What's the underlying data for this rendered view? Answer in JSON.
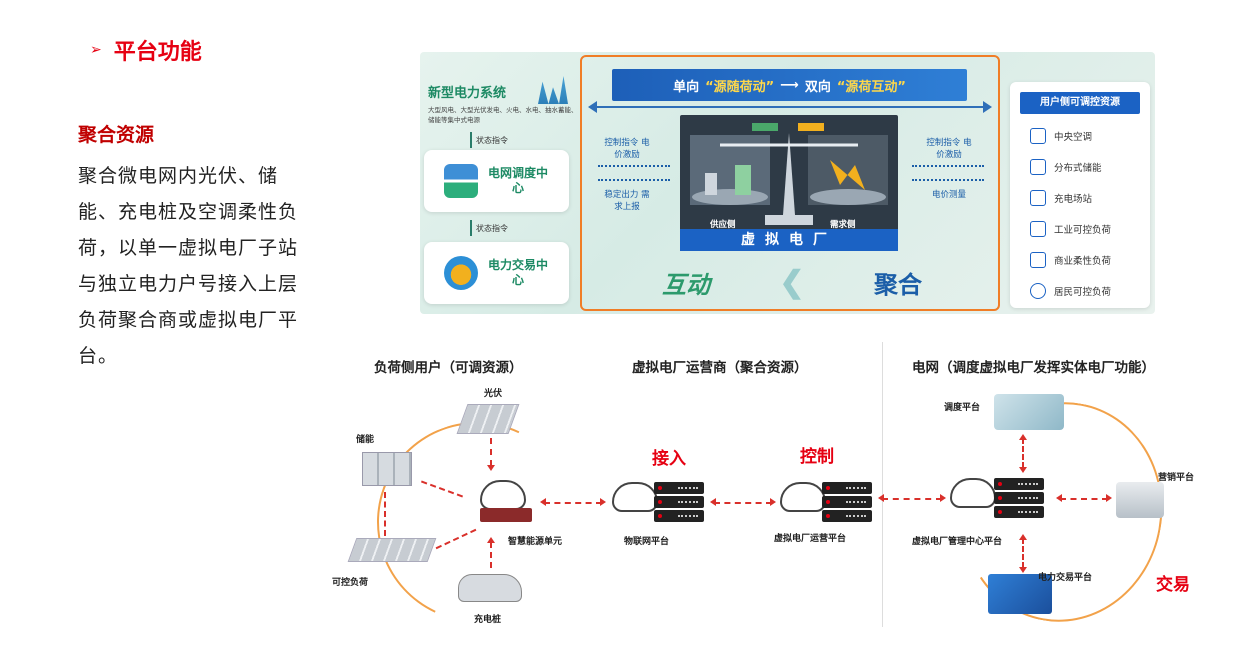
{
  "page": {
    "heading": "平台功能",
    "heading_bullet": "➢",
    "subheading": "聚合资源",
    "description": "聚合微电网内光伏、储能、充电桩及空调柔性负荷，以单一虚拟电厂子站与独立电力户号接入上层负荷聚合商或虚拟电厂平台。"
  },
  "top_diagram": {
    "new_power_system": {
      "title": "新型电力系统",
      "detail": "大型风电、大型光伏发电、火电、水电、抽水蓄能、储能等集中式电源"
    },
    "status_cmd_1": "状态指令",
    "status_cmd_2": "状态指令",
    "grid_dispatch": "电网调度中心",
    "power_trading": "电力交易中心",
    "banner": {
      "part1": "单向",
      "part1_hl": "“源随荷动”",
      "part2": "双向",
      "part2_hl": "“源荷互动”"
    },
    "left_notes": {
      "top": "控制指令 电价激励",
      "bottom": "稳定出力 需求上报"
    },
    "right_notes": {
      "top": "控制指令 电价激励",
      "bottom": "电价测量"
    },
    "scale_labels": {
      "supply": "供应侧",
      "demand": "需求侧"
    },
    "vpp_label": "虚拟电厂",
    "word_interact": "互动",
    "word_aggregate": "聚合",
    "resources": {
      "title": "用户侧可调控资源",
      "items": [
        {
          "label": "中央空调",
          "icon": "ac-icon"
        },
        {
          "label": "分布式储能",
          "icon": "storage-icon"
        },
        {
          "label": "充电场站",
          "icon": "charging-icon"
        },
        {
          "label": "工业可控负荷",
          "icon": "factory-icon"
        },
        {
          "label": "商业柔性负荷",
          "icon": "building-icon"
        },
        {
          "label": "居民可控负荷",
          "icon": "people-icon"
        }
      ]
    }
  },
  "bottom_diagram": {
    "sections": {
      "user": "负荷侧用户（可调资源）",
      "operator": "虚拟电厂运营商（聚合资源）",
      "grid": "电网（调度虚拟电厂发挥实体电厂功能）"
    },
    "labels": {
      "pv": "光伏",
      "storage": "储能",
      "controllable_load": "可控负荷",
      "charging_pile": "充电桩",
      "smart_energy_unit": "智慧能源单元",
      "iot_platform": "物联网平台",
      "vpp_operation_platform": "虚拟电厂运营平台",
      "vpp_mgmt_center": "虚拟电厂管理中心平台",
      "dispatch_platform": "调度平台",
      "marketing_platform": "营销平台",
      "trading_platform": "电力交易平台"
    },
    "red_words": {
      "access": "接入",
      "control": "控制",
      "trade": "交易"
    }
  },
  "colors": {
    "accent_red": "#e60012",
    "green": "#1d8a64",
    "blue": "#1b62c4",
    "orange_frame": "#f07d26"
  }
}
